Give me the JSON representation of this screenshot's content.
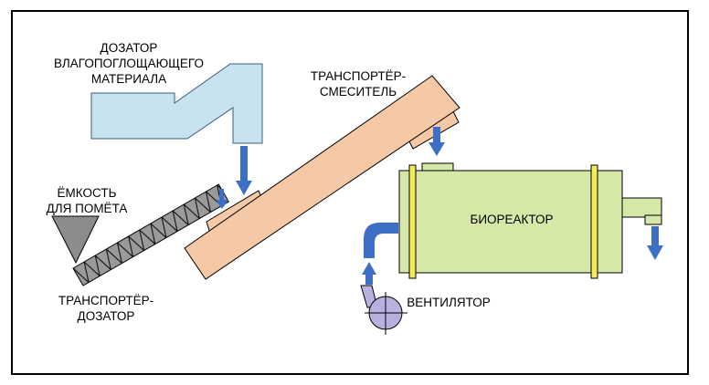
{
  "labels": {
    "doser_line1": "ДОЗАТОР",
    "doser_line2": "ВЛАГОПОГЛОЩАЮЩЕГО",
    "doser_line3": "МАТЕРИАЛА",
    "mixer_line1": "ТРАНСПОРТЁР-",
    "mixer_line2": "СМЕСИТЕЛЬ",
    "tank_line1": "ЁМКОСТЬ",
    "tank_line2": "ДЛЯ ПОМЁТА",
    "screw_line1": "ТРАНСПОРТЁР-",
    "screw_line2": "ДОЗАТОР",
    "reactor": "БИОРЕАКТОР",
    "fan": "ВЕНТИЛЯТОР"
  },
  "colors": {
    "hopper_fill": "#c7e3ef",
    "conveyor_fill": "#f5c9a6",
    "reactor_fill": "#d5e8a8",
    "band_fill": "#f2ea5a",
    "arrow_fill": "#3d6fc6",
    "fan_fill": "#b7b1e0",
    "tank_fill": "#8c8c8c",
    "screw_fill": "#9a9a9a"
  }
}
